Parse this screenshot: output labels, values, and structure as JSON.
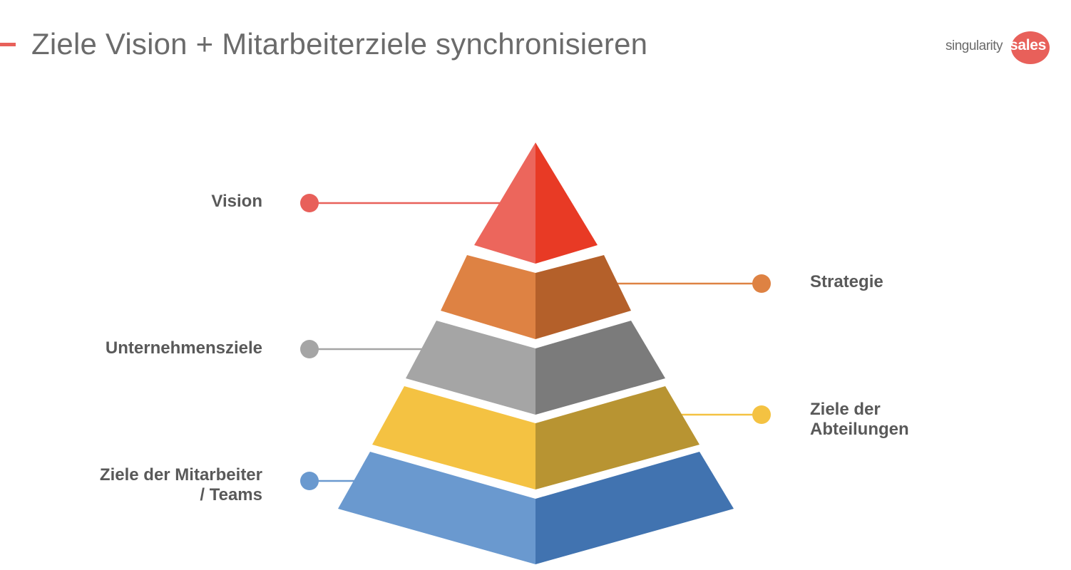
{
  "header": {
    "title": "Ziele Vision + Mitarbeiterziele synchronisieren",
    "accent_color": "#e8605a"
  },
  "logo": {
    "text_left": "singularity",
    "text_right": "sales",
    "badge_color": "#e8605a"
  },
  "pyramid": {
    "levels": [
      {
        "id": "vision",
        "lines": [
          "Vision"
        ],
        "side": "left",
        "color_light": "#ec665c",
        "color_dark": "#e83a25"
      },
      {
        "id": "strategie",
        "lines": [
          "Strategie"
        ],
        "side": "right",
        "color_light": "#de8243",
        "color_dark": "#b4602a"
      },
      {
        "id": "unternehmensziele",
        "lines": [
          "Unternehmensziele"
        ],
        "side": "left",
        "color_light": "#a5a5a5",
        "color_dark": "#7b7b7b"
      },
      {
        "id": "abteilungen",
        "lines": [
          "Ziele der",
          "Abteilungen"
        ],
        "side": "right",
        "color_light": "#f4c242",
        "color_dark": "#b89432"
      },
      {
        "id": "mitarbeiter",
        "lines": [
          "Ziele der Mitarbeiter",
          "/ Teams"
        ],
        "side": "left",
        "color_light": "#6a99cf",
        "color_dark": "#4173b0"
      }
    ]
  }
}
